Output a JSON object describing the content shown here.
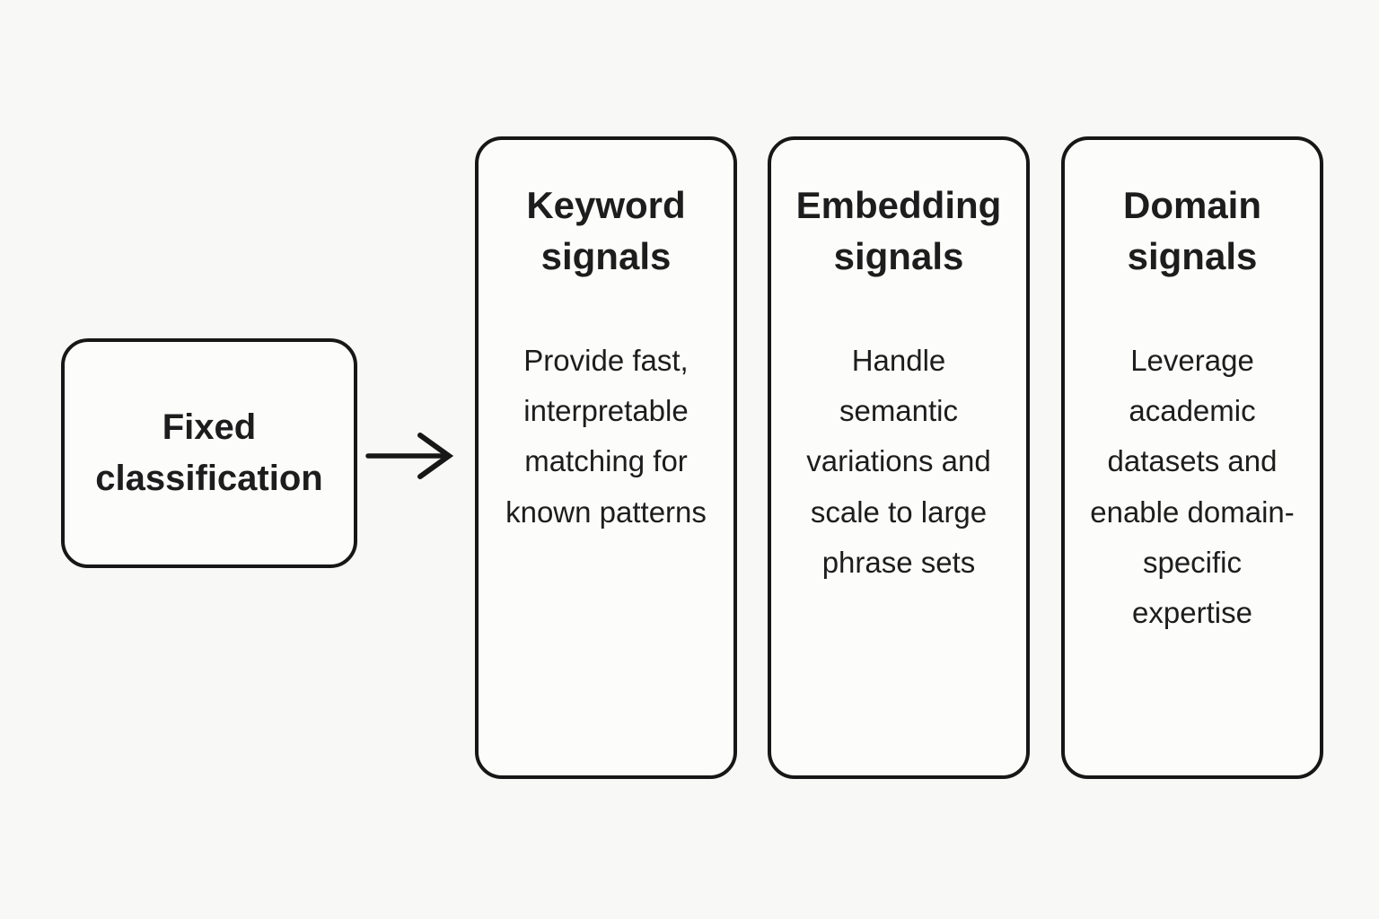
{
  "diagram": {
    "source_box": {
      "label": "Fixed classification"
    },
    "arrow": {
      "direction": "right"
    },
    "cards": [
      {
        "title": "Keyword signals",
        "body": "Provide fast, interpretable matching for known patterns"
      },
      {
        "title": "Embedding signals",
        "body": "Handle semantic variations and scale to large phrase sets"
      },
      {
        "title": "Domain signals",
        "body": "Leverage academic datasets and enable domain-specific expertise"
      }
    ],
    "colors": {
      "background": "#f8f8f7",
      "card_fill": "#fcfcfb",
      "border": "#171717",
      "text": "#1d1d1d"
    }
  }
}
